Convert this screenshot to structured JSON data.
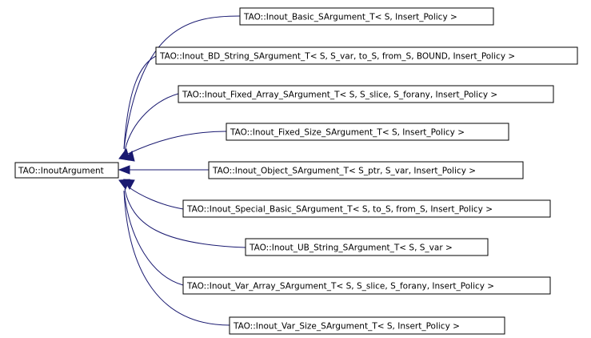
{
  "base": {
    "label": "TAO::InoutArgument"
  },
  "derived": [
    {
      "label": "TAO::Inout_Basic_SArgument_T< S, Insert_Policy >"
    },
    {
      "label": "TAO::Inout_BD_String_SArgument_T< S, S_var, to_S, from_S, BOUND, Insert_Policy >"
    },
    {
      "label": "TAO::Inout_Fixed_Array_SArgument_T< S, S_slice, S_forany, Insert_Policy >"
    },
    {
      "label": "TAO::Inout_Fixed_Size_SArgument_T< S, Insert_Policy >"
    },
    {
      "label": "TAO::Inout_Object_SArgument_T< S_ptr, S_var, Insert_Policy >"
    },
    {
      "label": "TAO::Inout_Special_Basic_SArgument_T< S, to_S, from_S, Insert_Policy >"
    },
    {
      "label": "TAO::Inout_UB_String_SArgument_T< S, S_var >"
    },
    {
      "label": "TAO::Inout_Var_Array_SArgument_T< S, S_slice, S_forany, Insert_Policy >"
    },
    {
      "label": "TAO::Inout_Var_Size_SArgument_T< S, Insert_Policy >"
    }
  ],
  "colors": {
    "edge": "#191970",
    "node_border": "#000000",
    "node_fill": "#ffffff",
    "text": "#000000"
  }
}
